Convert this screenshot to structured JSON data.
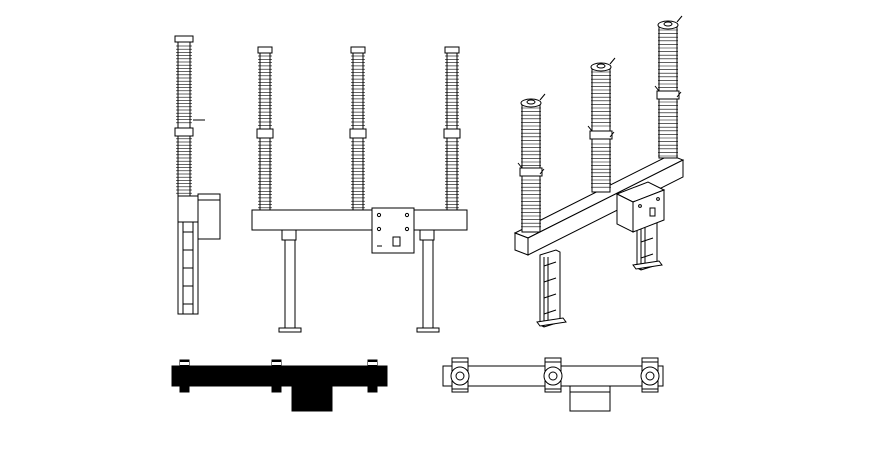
{
  "drawing": {
    "views": [
      {
        "name": "side-elevation"
      },
      {
        "name": "front-elevation"
      },
      {
        "name": "isometric-view"
      },
      {
        "name": "plan-view-filled"
      },
      {
        "name": "plan-view-outline"
      }
    ]
  }
}
